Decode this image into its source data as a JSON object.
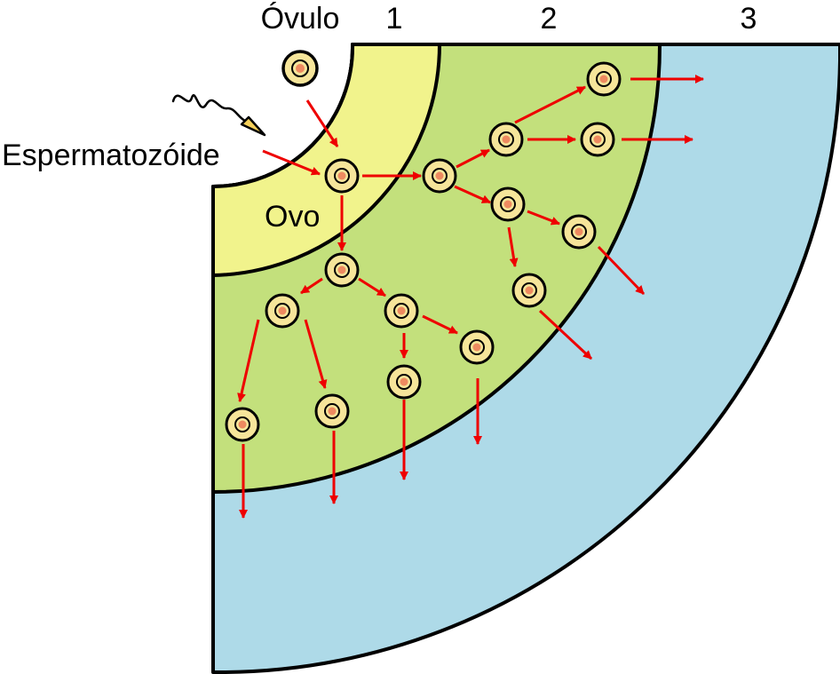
{
  "labels": {
    "ovulo": "Óvulo",
    "espermatozoide": "Espermatozóide",
    "ovo": "Ovo",
    "stage_1": "1",
    "stage_2": "2",
    "stage_3": "3"
  },
  "colors": {
    "ring_inner": "#f1f38c",
    "ring_middle": "#c3e07c",
    "ring_outer": "#aedae8",
    "outline": "#000000",
    "cell_fill": "#f6e59a",
    "nucleus": "#ee8a60",
    "arrow": "#ee0000",
    "sperm_head": "#f4cf5a"
  }
}
